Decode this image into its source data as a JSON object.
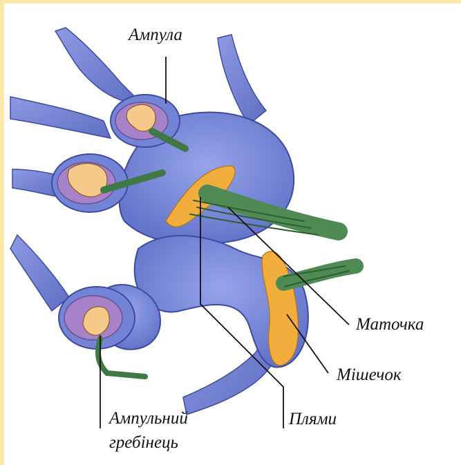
{
  "labels": {
    "ampula": "Ампула",
    "matochka": "Маточка",
    "mishechok": "Мішечок",
    "ampulnyi_line1": "Ампульний",
    "ampulnyi_line2": "гребінець",
    "plyamy": "Плями"
  },
  "colors": {
    "background": "#fbe7a8",
    "panel": "#ffffff",
    "labyrinth": "#7b8bd8",
    "labyrinth_dark": "#5766b8",
    "ampulla_fill": "#a782c8",
    "macula": "#f2ae3c",
    "nerve": "#4f8a55",
    "line": "#111111"
  }
}
